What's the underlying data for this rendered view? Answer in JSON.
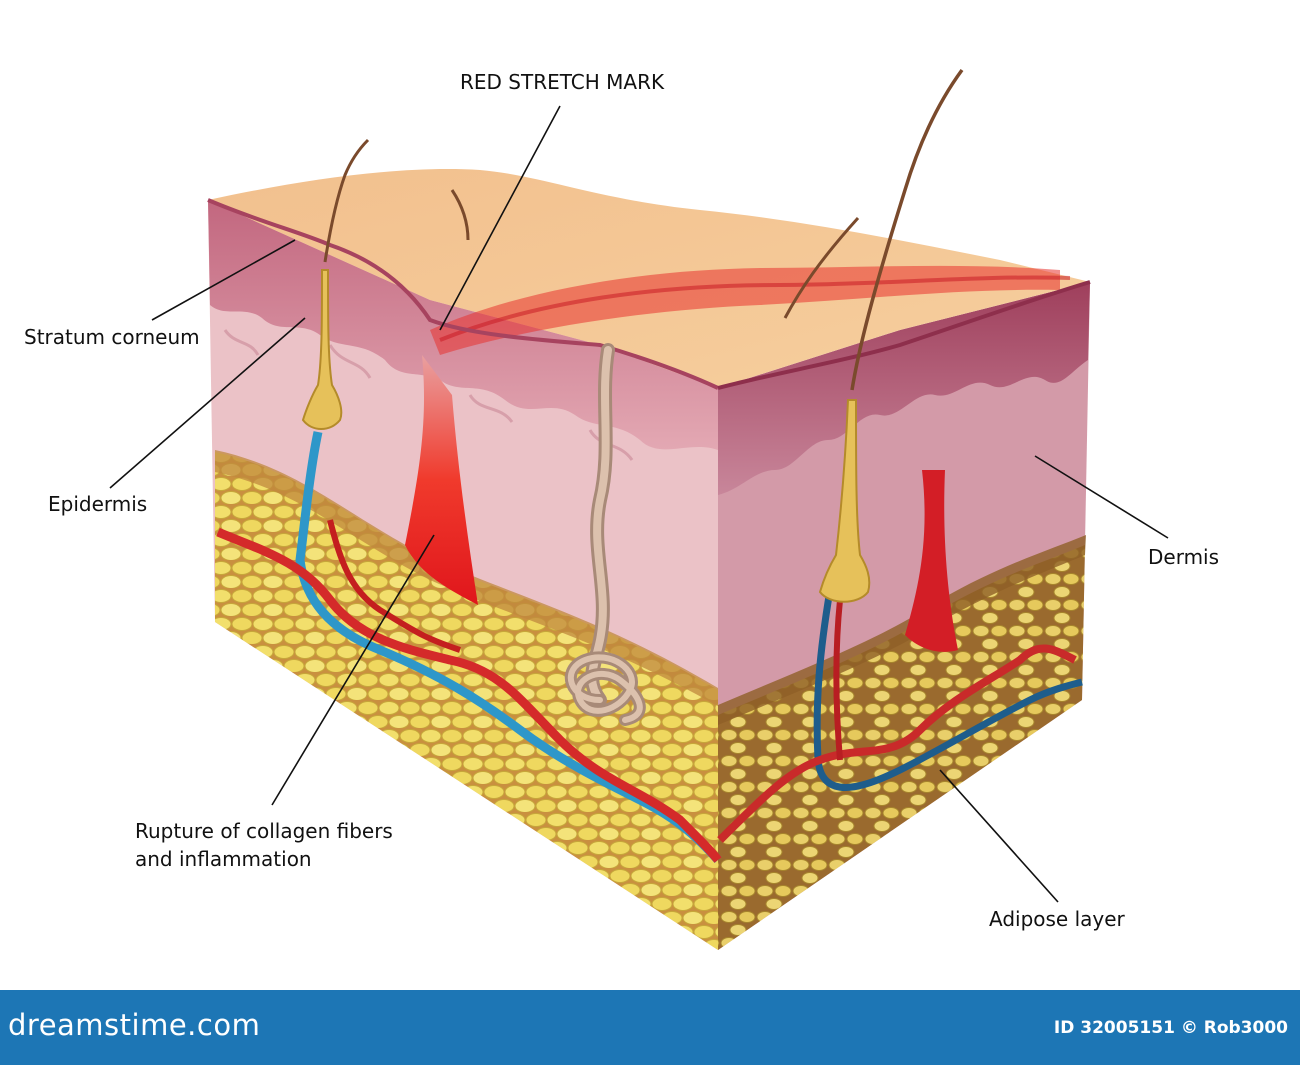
{
  "title": "RED STRETCH MARK",
  "labels": {
    "stratum_corneum": "Stratum corneum",
    "epidermis": "Epidermis",
    "dermis": "Dermis",
    "rupture_line1": "Rupture of collagen fibers",
    "rupture_line2": "and inflammation",
    "adipose": "Adipose layer"
  },
  "footer": {
    "logo": "dreamstime.com",
    "credit": "ID 32005151 © Rob3000"
  },
  "colors": {
    "skin_top": "#f2c490",
    "epidermis": "#d07a92",
    "dermis": "#ecc2c8",
    "stretch_mark": "#e8252a",
    "fat": "#efd860",
    "fat_base": "#c8893c",
    "artery": "#d42a2a",
    "vein": "#2e97c9",
    "footer": "#1d76b5"
  }
}
